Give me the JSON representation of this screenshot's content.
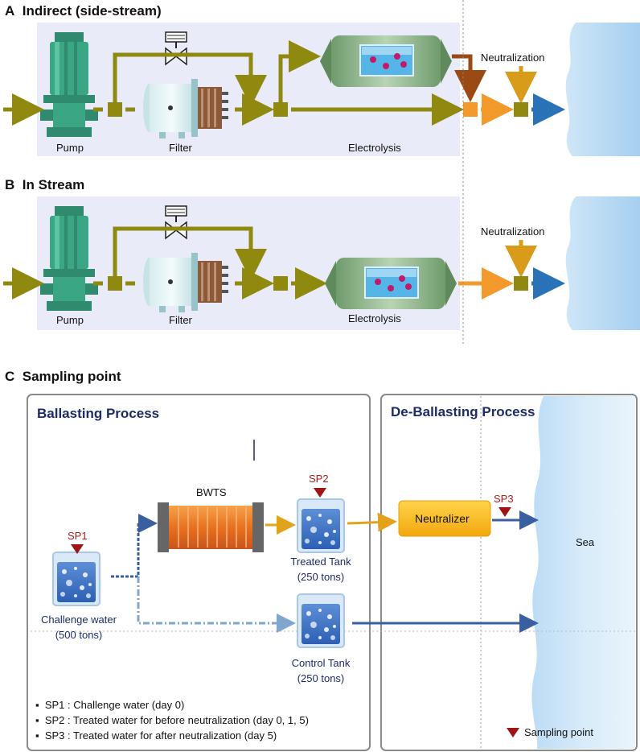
{
  "panel_a": {
    "letter": "A",
    "title": "Indirect (side-stream)",
    "pump": "Pump",
    "filter": "Filter",
    "electrolysis": "Electrolysis",
    "neutralization": "Neutralization"
  },
  "panel_b": {
    "letter": "B",
    "title": "In Stream",
    "pump": "Pump",
    "filter": "Filter",
    "electrolysis": "Electrolysis",
    "neutralization": "Neutralization"
  },
  "panel_c": {
    "letter": "C",
    "title": "Sampling point",
    "ballasting_title": "Ballasting Process",
    "deballasting_title": "De-Ballasting Process",
    "bwts": "BWTS",
    "sp1": "SP1",
    "sp2": "SP2",
    "sp3": "SP3",
    "challenge_name": "Challenge water",
    "challenge_qty": "(500 tons)",
    "treated_name": "Treated Tank",
    "treated_qty": "(250 tons)",
    "control_name": "Control Tank",
    "control_qty": "(250 tons)",
    "neutralizer": "Neutralizer",
    "sea": "Sea",
    "legend": [
      "SP1 : Challenge water (day 0)",
      "SP2 : Treated water for before neutralization (day 0, 1, 5)",
      "SP3 : Treated water for after neutralization (day 5)"
    ],
    "legend_bullet": "▪",
    "sampling_point": "Sampling point"
  },
  "colors": {
    "pipe": "#8f8a0f",
    "outlet": "#f39a2c",
    "sea_arrow": "#2a72b8",
    "panel_bg": "#e9ebf8",
    "sea": "#a9d2f0",
    "marker": "#a01414",
    "navy": "#1c2b6b"
  }
}
